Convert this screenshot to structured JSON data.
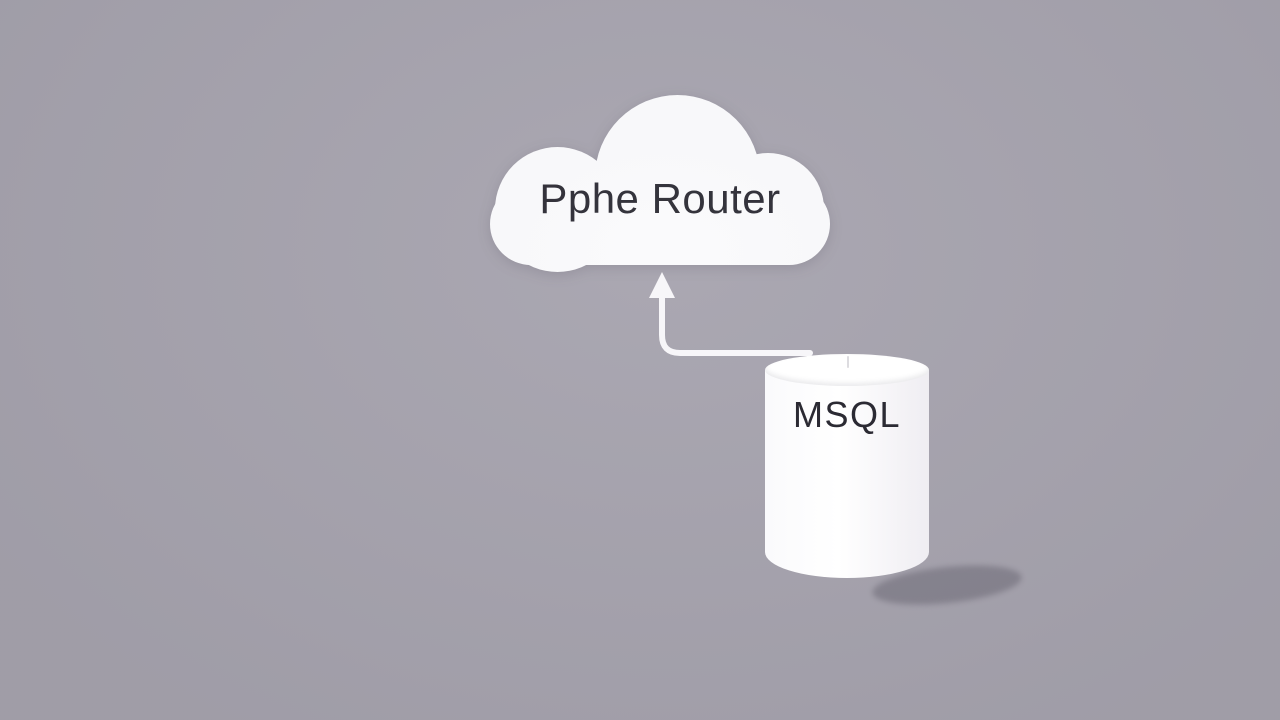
{
  "diagram": {
    "cloud_label": "Pphe Router",
    "database_label": "MSQL",
    "connector": {
      "direction": "database-to-cloud",
      "arrow_points": "up"
    },
    "colors": {
      "background": "#a6a3ae",
      "shape_fill": "#fafafc",
      "text": "#2b2a33",
      "connector": "#f7f6f9",
      "shadow": "#817e8a"
    }
  }
}
